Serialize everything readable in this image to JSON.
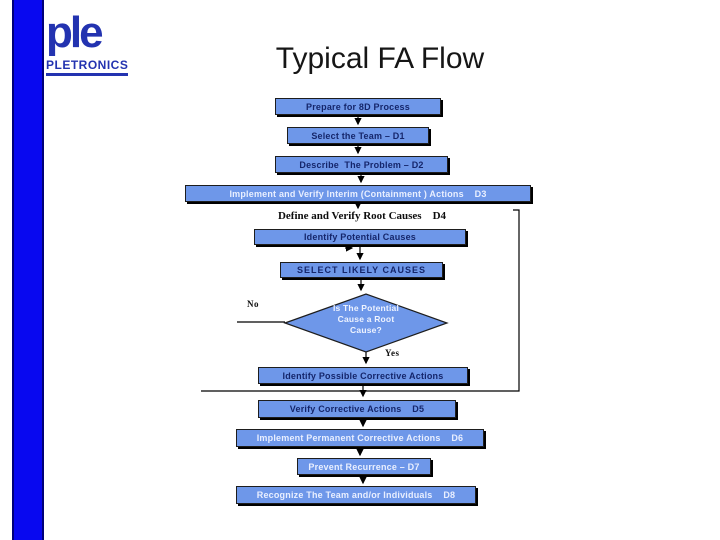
{
  "logo": {
    "mark": "ple",
    "company": "PLETRONICS"
  },
  "title": "Typical FA Flow",
  "flow": {
    "nodes": [
      {
        "id": "prepare-8d",
        "label": "Prepare for 8D Process"
      },
      {
        "id": "select-team",
        "label": "Select the Team – D1"
      },
      {
        "id": "describe-problem",
        "label": "Describe  The Problem – D2"
      },
      {
        "id": "interim-actions",
        "label": "Implement and Verify Interim (Containment ) Actions    D3"
      },
      {
        "id": "define-root-causes",
        "label": "Define and Verify Root Causes    D4"
      },
      {
        "id": "identify-potential",
        "label": "Identify Potential Causes"
      },
      {
        "id": "select-likely",
        "label": "SELECT LIKELY CAUSES"
      },
      {
        "id": "root-cause-decision",
        "label": "Is The Potential Cause a Root Cause?"
      },
      {
        "id": "identify-possible",
        "label": "Identify Possible Corrective Actions"
      },
      {
        "id": "verify-corrective",
        "label": "Verify Corrective Actions    D5"
      },
      {
        "id": "implement-permanent",
        "label": "Implement Permanent Corrective Actions    D6"
      },
      {
        "id": "prevent-recurrence",
        "label": "Prevent Recurrence – D7"
      },
      {
        "id": "recognize-team",
        "label": "Recognize The Team and/or Individuals    D8"
      }
    ],
    "decision_labels": {
      "no": "No",
      "yes": "Yes"
    }
  },
  "colors": {
    "accent_bar": "#0808f0",
    "logo_blue": "#2333b0",
    "box_fill": "#6e97e9",
    "box_text_dark": "#15266b",
    "box_text_light": "#e9efff",
    "line": "#000000"
  }
}
